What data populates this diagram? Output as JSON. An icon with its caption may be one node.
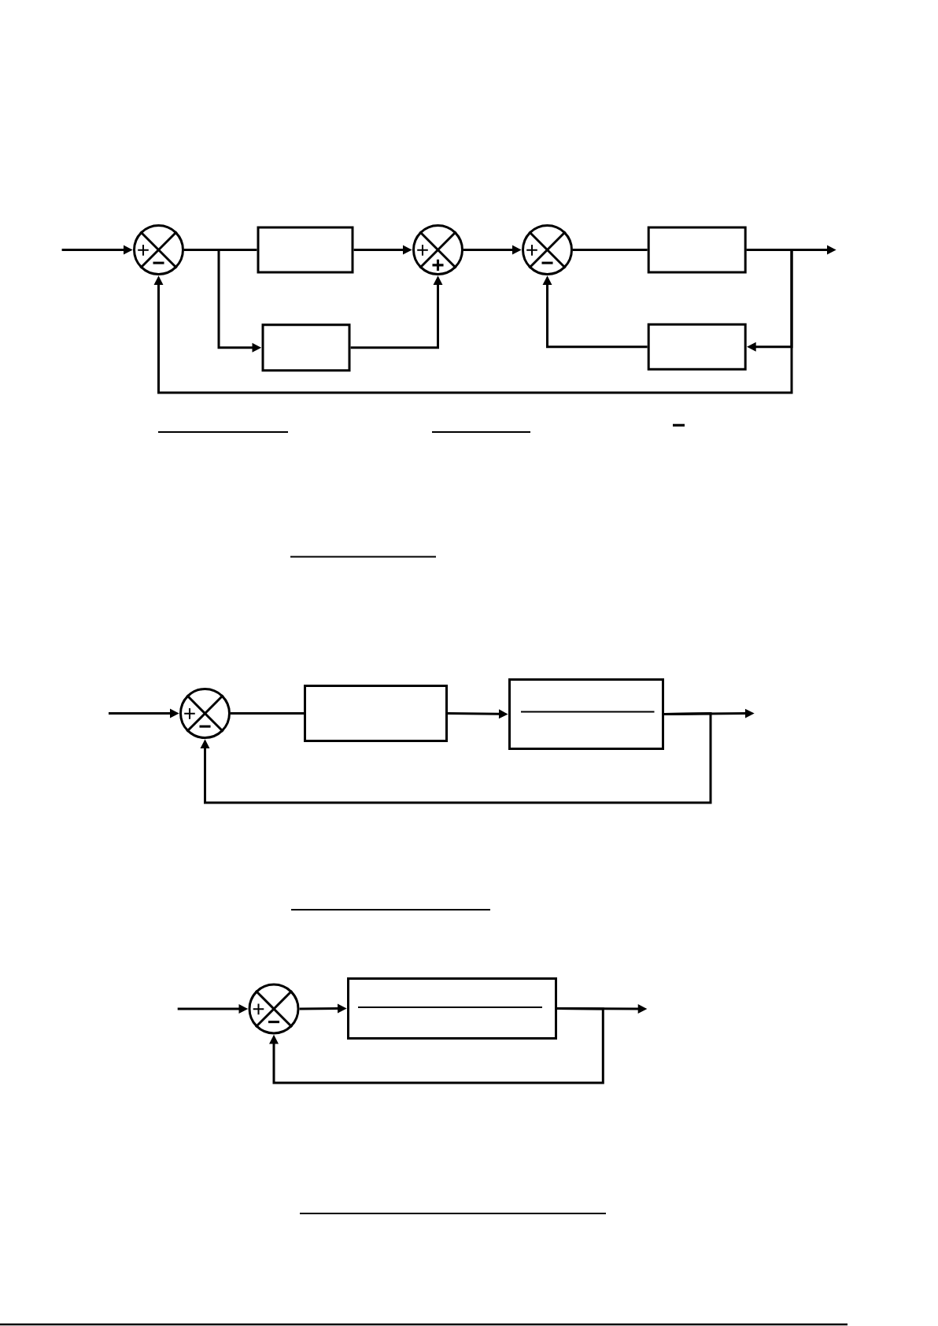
{
  "diagram": {
    "nodes": [
      {
        "text": [
          "+",
          "−"
        ]
      },
      {
        "text": [],
        "shape": "box"
      },
      {
        "text": [],
        "shape": "box"
      },
      {
        "text": [
          "+",
          "+"
        ]
      },
      {
        "text": [
          "+",
          "−"
        ]
      },
      {
        "text": [],
        "shape": "box"
      },
      {
        "text": [],
        "shape": "box"
      },
      {
        "text": [
          "+",
          "−"
        ]
      },
      {
        "text": [],
        "shape": "box"
      },
      {
        "text": [],
        "shape": "box"
      },
      {
        "text": [
          "+",
          "−"
        ]
      },
      {
        "text": [],
        "shape": "box"
      }
    ],
    "edges": [
      {
        "from": null,
        "to": 0,
        "arrow": "to"
      },
      {
        "from": 0,
        "to": 1,
        "arrow": "none"
      },
      {
        "from": 0,
        "to": 2,
        "arrow": "to"
      },
      {
        "from": 1,
        "to": 3,
        "arrow": "to"
      },
      {
        "from": 2,
        "to": 3,
        "arrow": "to"
      },
      {
        "from": 3,
        "to": 4,
        "arrow": "to"
      },
      {
        "from": 4,
        "to": 5,
        "arrow": "none"
      },
      {
        "from": 5,
        "to": null,
        "arrow": "to"
      },
      {
        "from": 5,
        "to": 6,
        "arrow": "to"
      },
      {
        "from": 6,
        "to": 4,
        "arrow": "to"
      },
      {
        "from": 5,
        "to": 0,
        "arrow": "to"
      },
      {
        "from": null,
        "to": 7,
        "arrow": "to"
      },
      {
        "from": 7,
        "to": 8,
        "arrow": "none"
      },
      {
        "from": 8,
        "to": 9,
        "arrow": "to"
      },
      {
        "from": 9,
        "to": null,
        "arrow": "to"
      },
      {
        "from": 9,
        "to": 7,
        "arrow": "to"
      },
      {
        "from": null,
        "to": 10,
        "arrow": "to"
      },
      {
        "from": 10,
        "to": 11,
        "arrow": "to"
      },
      {
        "from": 11,
        "to": null,
        "arrow": "to"
      },
      {
        "from": 11,
        "to": 10,
        "arrow": "to"
      }
    ],
    "labels": [
      "−"
    ]
  }
}
